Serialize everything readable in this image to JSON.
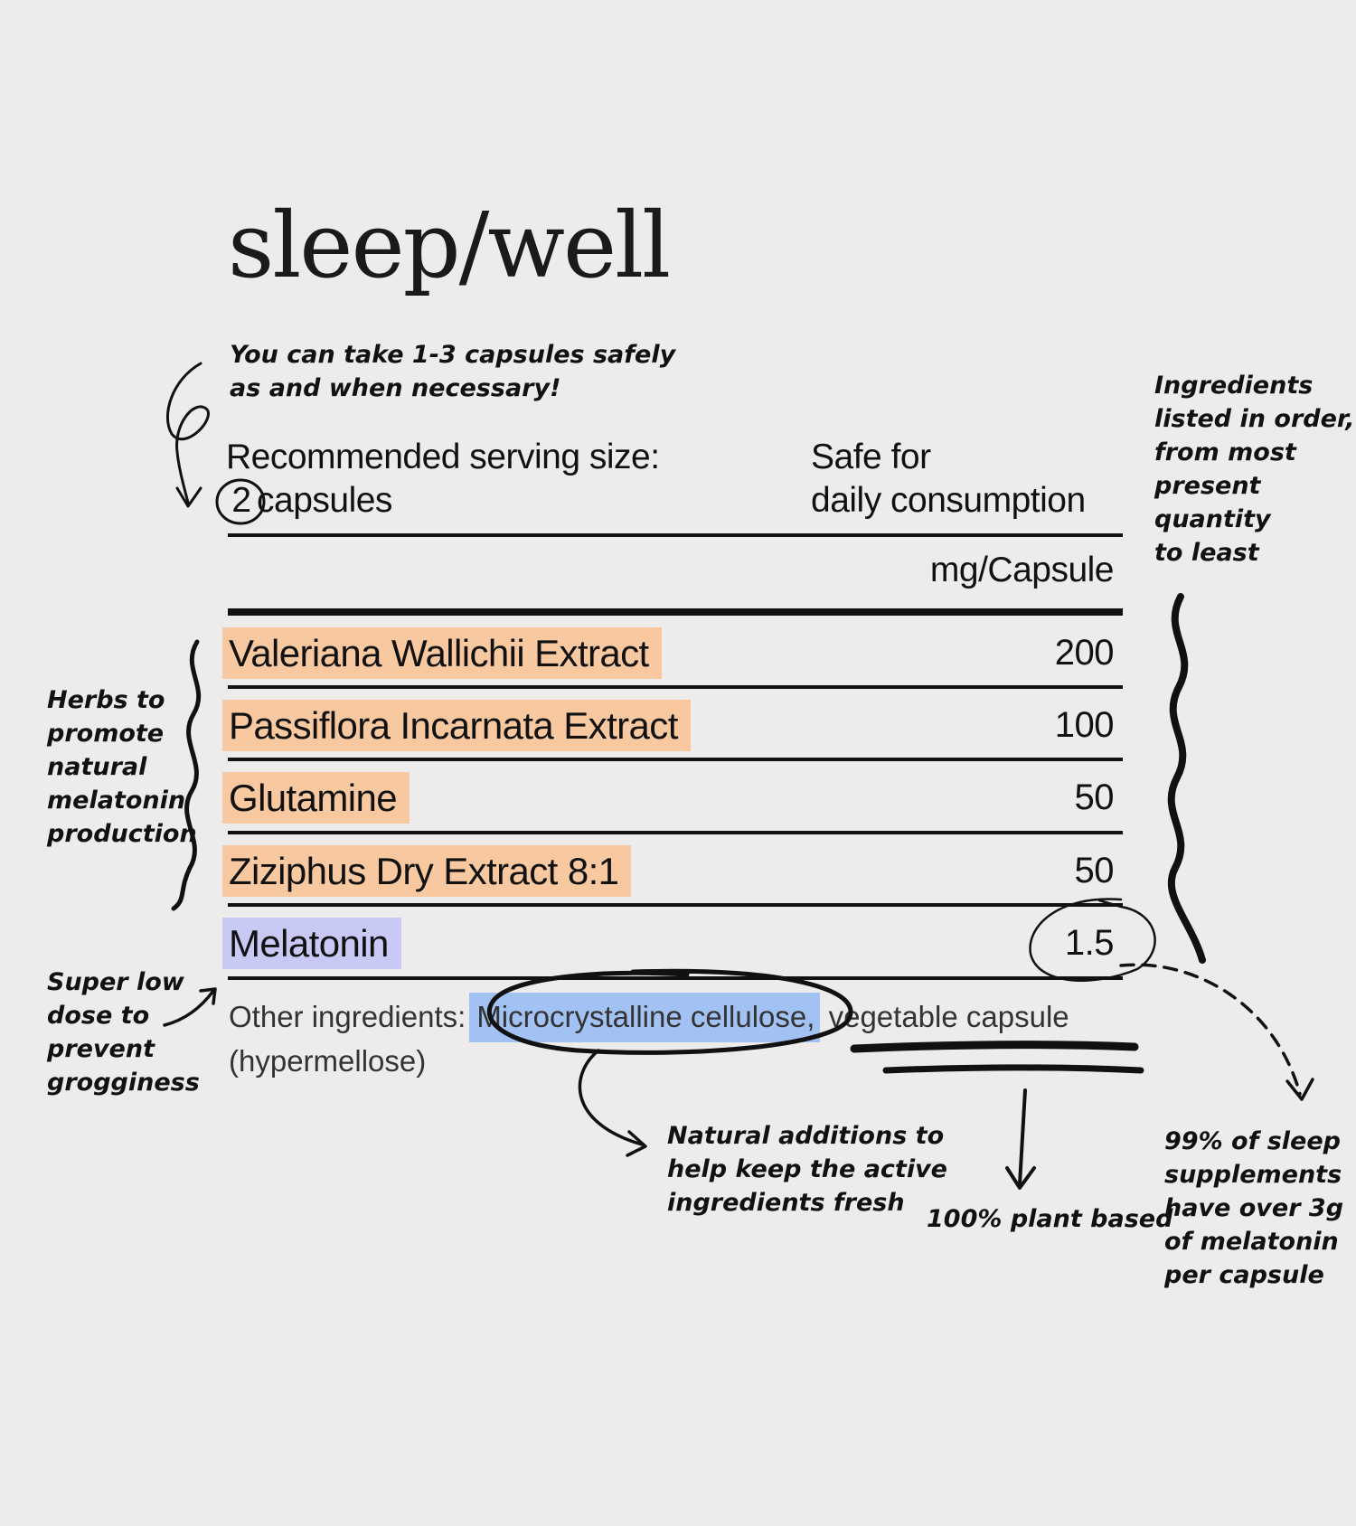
{
  "brand": "sleep/well",
  "notes": {
    "dosage": "You can take 1-3 capsules safely\nas and when necessary!",
    "order": "Ingredients\nlisted in order,\nfrom most\npresent\nquantity\nto least",
    "herbs": "Herbs to\npromote\nnatural\nmelatonin\nproduction",
    "low_dose": "Super low\ndose to\nprevent\ngrogginess",
    "natural": "Natural additions to\nhelp keep the active\ningredients fresh",
    "plant": "100% plant based",
    "stat": "99% of sleep\nsupplements\nhave over 3g\nof melatonin\nper capsule"
  },
  "serving": {
    "label": "Recommended serving size:",
    "count": "2",
    "unit": "capsules"
  },
  "safe": {
    "line1": "Safe for",
    "line2": "daily consumption"
  },
  "table": {
    "unit_header": "mg/Capsule",
    "rows": [
      {
        "name": "Valeriana Wallichii Extract",
        "amount": "200",
        "highlight": "#f8c9a0"
      },
      {
        "name": "Passiflora Incarnata Extract",
        "amount": "100",
        "highlight": "#f8c9a0"
      },
      {
        "name": "Glutamine",
        "amount": "50",
        "highlight": "#f8c9a0"
      },
      {
        "name": "Ziziphus Dry Extract 8:1",
        "amount": "50",
        "highlight": "#f8c9a0"
      },
      {
        "name": "Melatonin",
        "amount": "1.5",
        "highlight": "#c9c9f6"
      }
    ]
  },
  "other": {
    "label": "Other ingredients:",
    "highlighted": "Microcrystalline cellulose,",
    "rest": " vegetable capsule (hypermellose)",
    "highlight_color": "#a3c2f4"
  },
  "colors": {
    "background": "#edecea",
    "ink": "#111111",
    "herb_highlight": "#f8c9a0",
    "melatonin_highlight": "#c9c9f6"
  }
}
